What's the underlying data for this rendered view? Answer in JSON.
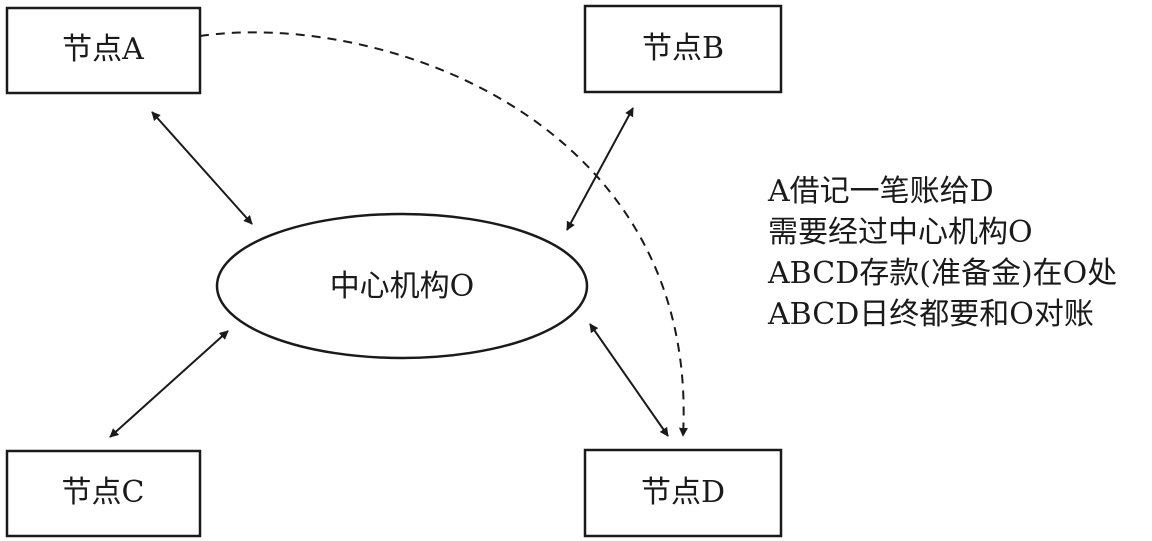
{
  "nodes": {
    "a": "节点A",
    "b": "节点B",
    "c": "节点C",
    "d": "节点D"
  },
  "center": "中心机构O",
  "notes": [
    "A借记一笔账给D",
    "需要经过中心机构O",
    "ABCD存款(准备金)在O处",
    "ABCD日终都要和O对账"
  ],
  "colors": {
    "stroke": "#1a1a1a",
    "background": "#ffffff"
  }
}
